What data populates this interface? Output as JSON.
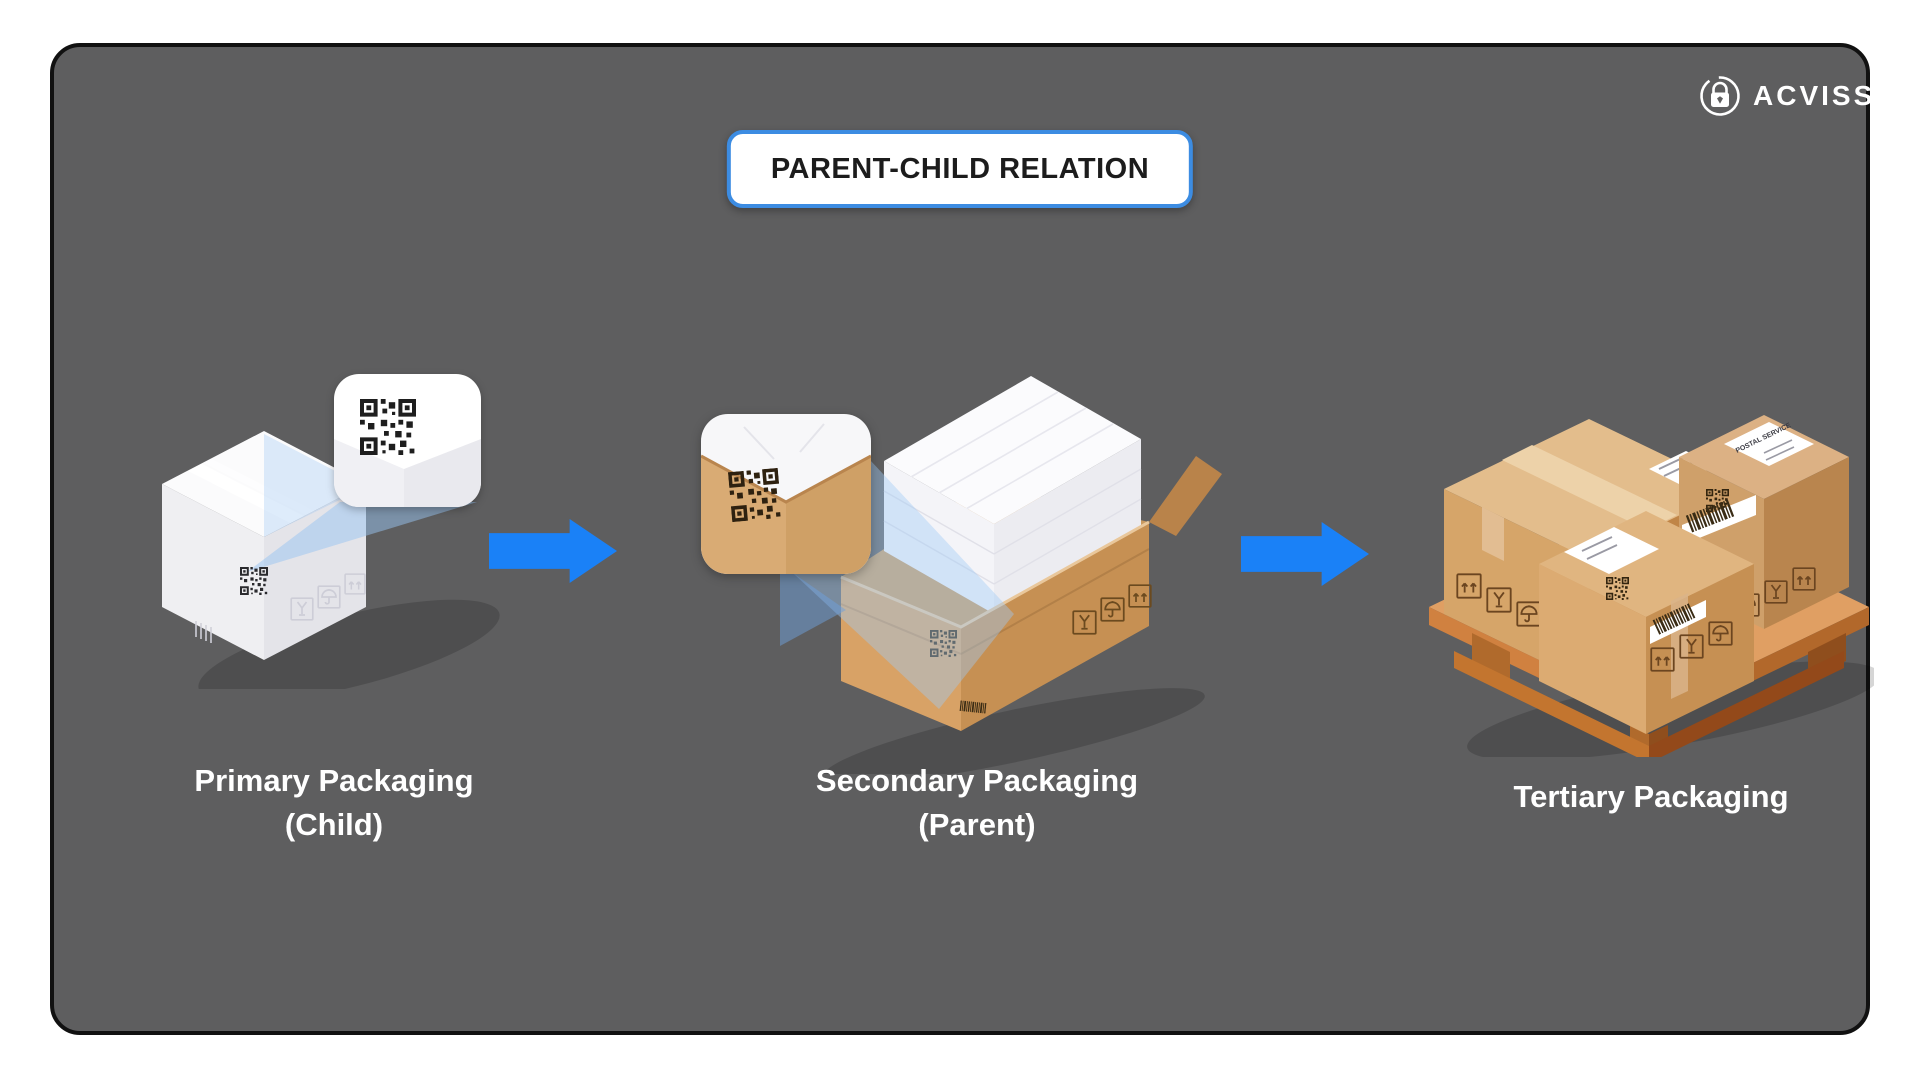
{
  "slide": {
    "page_background": "#ffffff",
    "panel_background": "#5e5e5f",
    "panel_border_color": "#111111"
  },
  "logo": {
    "text": "ACVISS",
    "color": "#ffffff",
    "icon": "lock-circle-icon"
  },
  "header": {
    "title": "PARENT-CHILD RELATION",
    "title_box_bg": "#ffffff",
    "title_box_border": "#3c8ce2",
    "title_text_color": "#1c1c1c"
  },
  "flow": {
    "arrow_color": "#1a81f7",
    "beam_color": "#9cc4ef",
    "stages": [
      {
        "name": "primary",
        "caption_line1": "Primary Packaging",
        "caption_line2": "(Child)",
        "illustration": "white sealed box with QR code and magnified QR callout"
      },
      {
        "name": "secondary",
        "caption_line1": "Secondary Packaging",
        "caption_line2": "(Parent)",
        "illustration": "open cardboard carton filled with white boxes, magnified QR corner callout"
      },
      {
        "name": "tertiary",
        "caption_line1": "Tertiary Packaging",
        "caption_line2": "",
        "illustration": "cartons stacked on a wooden pallet"
      }
    ]
  },
  "illustrations": {
    "tertiary": {
      "shipping_label_text": "POSTAL SERVICE"
    },
    "icons": [
      "qr-code-icon",
      "barcode-icon",
      "fragile-glass-icon",
      "keep-dry-umbrella-icon",
      "this-side-up-arrows-icon",
      "lock-circle-icon"
    ],
    "colors": {
      "carton_light": "#dcab72",
      "carton_mid": "#c69053",
      "carton_dark": "#b07c44",
      "pallet_wood": "#c3752f",
      "white_box": "#f7f7f9",
      "qr_dark": "#33250f"
    }
  }
}
